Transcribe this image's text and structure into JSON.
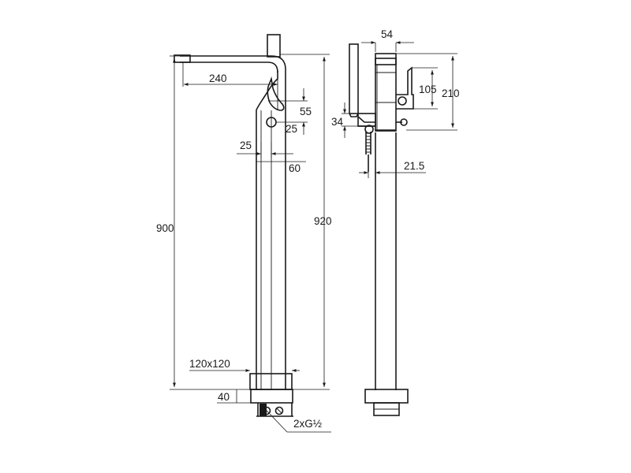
{
  "dimensions": {
    "front": {
      "spout_reach": "240",
      "handle_offset": "55",
      "handle_gap": "25",
      "pipe_width": "25",
      "body_width": "60",
      "height_spout": "900",
      "height_total": "920",
      "base_plate": "120x120",
      "base_height": "40",
      "connection": "2xG½"
    },
    "side": {
      "top_width": "54",
      "lever_height": "105",
      "body_height": "210",
      "holder_height": "34",
      "offset": "21.5"
    }
  },
  "colors": {
    "line": "#1a1a1a",
    "background": "#ffffff"
  }
}
